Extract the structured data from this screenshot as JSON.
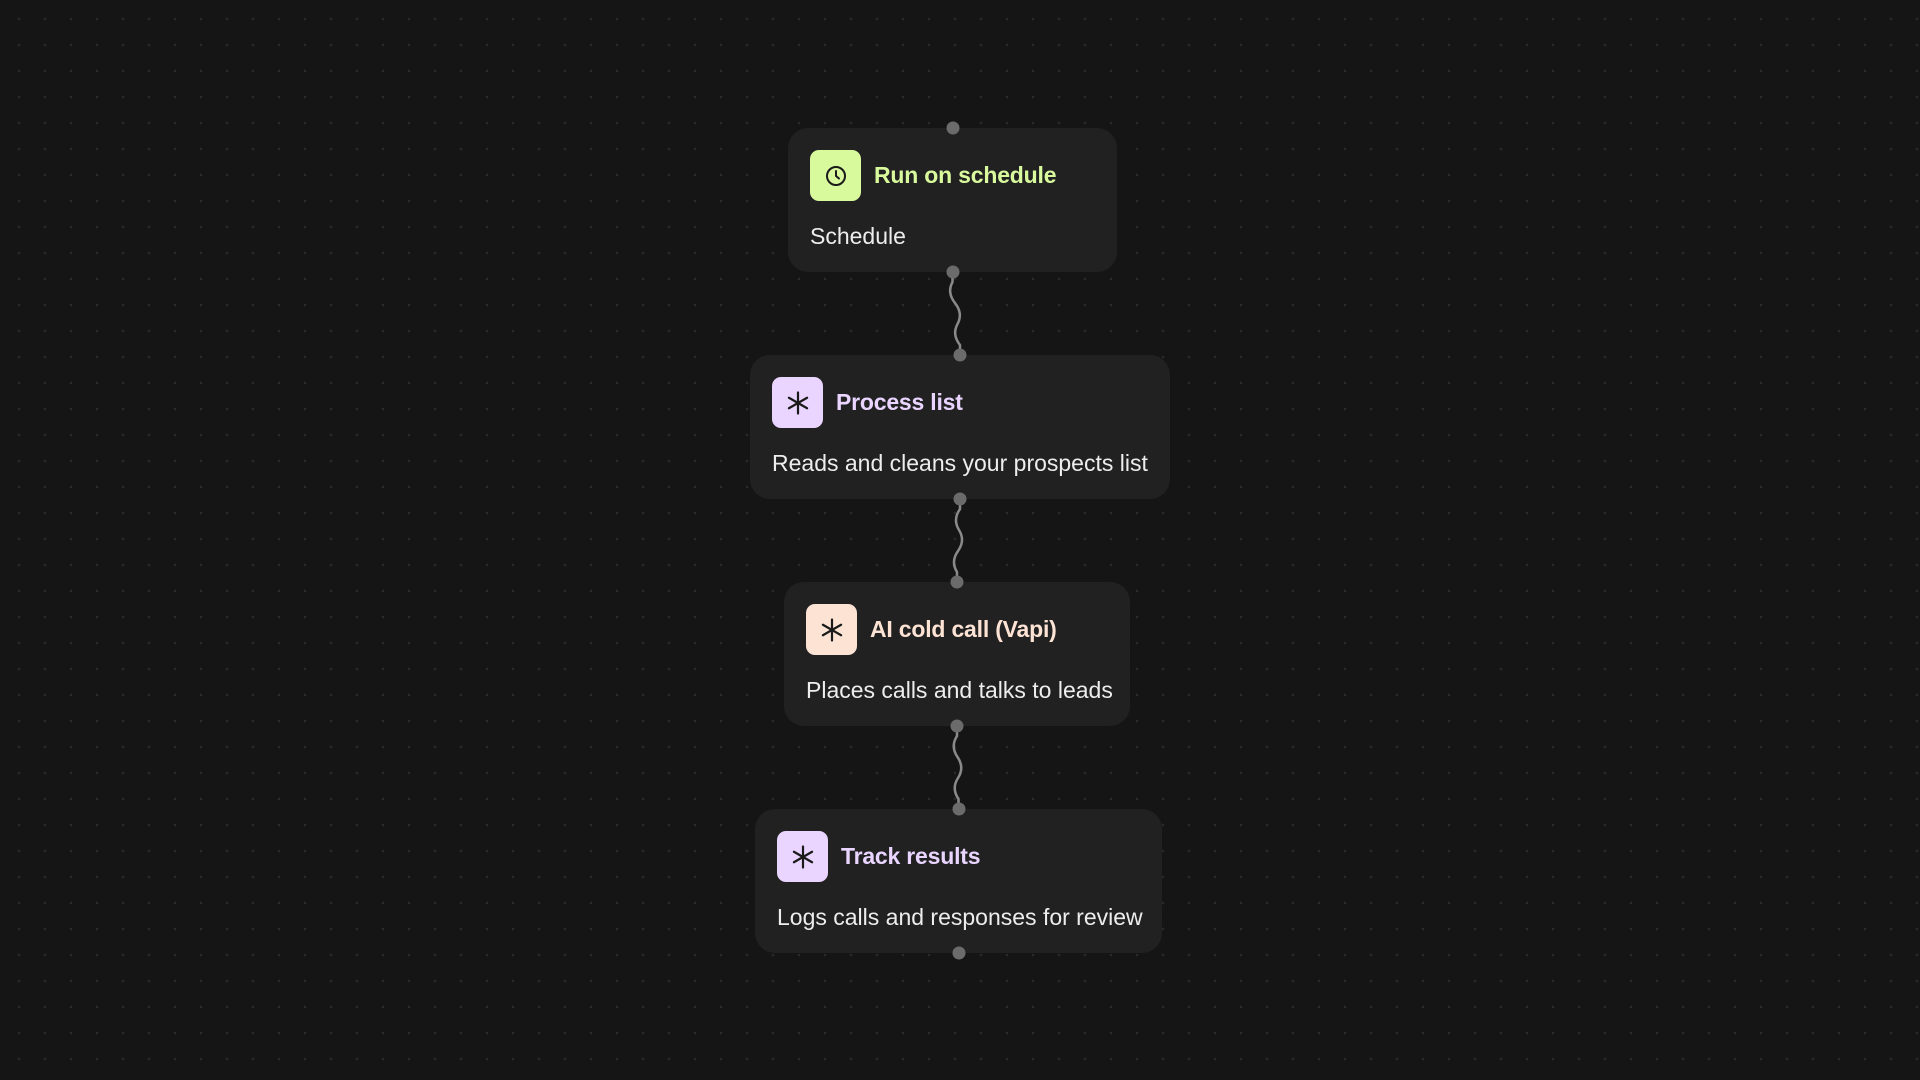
{
  "colors": {
    "background": "#151515",
    "card": "#212122",
    "port": "#6b6b6b",
    "edge": "#8a8a8a"
  },
  "nodes": [
    {
      "id": "run-on-schedule",
      "title": "Run on schedule",
      "description": "Schedule",
      "icon": "clock-icon",
      "icon_bg": "#d9f99d",
      "title_color": "#d9f99d"
    },
    {
      "id": "process-list",
      "title": "Process list",
      "description": "Reads and cleans your prospects list",
      "icon": "sparkle-icon",
      "icon_bg": "#e9d5ff",
      "title_color": "#e9d5ff"
    },
    {
      "id": "ai-cold-call",
      "title": "AI cold call (Vapi)",
      "description": "Places calls and talks to leads",
      "icon": "sparkle-icon",
      "icon_bg": "#fde3d4",
      "title_color": "#fde3d4"
    },
    {
      "id": "track-results",
      "title": "Track results",
      "description": "Logs calls and responses for review",
      "icon": "sparkle-icon",
      "icon_bg": "#e9d5ff",
      "title_color": "#e9d5ff"
    }
  ],
  "edges": [
    {
      "from": "run-on-schedule",
      "to": "process-list"
    },
    {
      "from": "process-list",
      "to": "ai-cold-call"
    },
    {
      "from": "ai-cold-call",
      "to": "track-results"
    }
  ]
}
